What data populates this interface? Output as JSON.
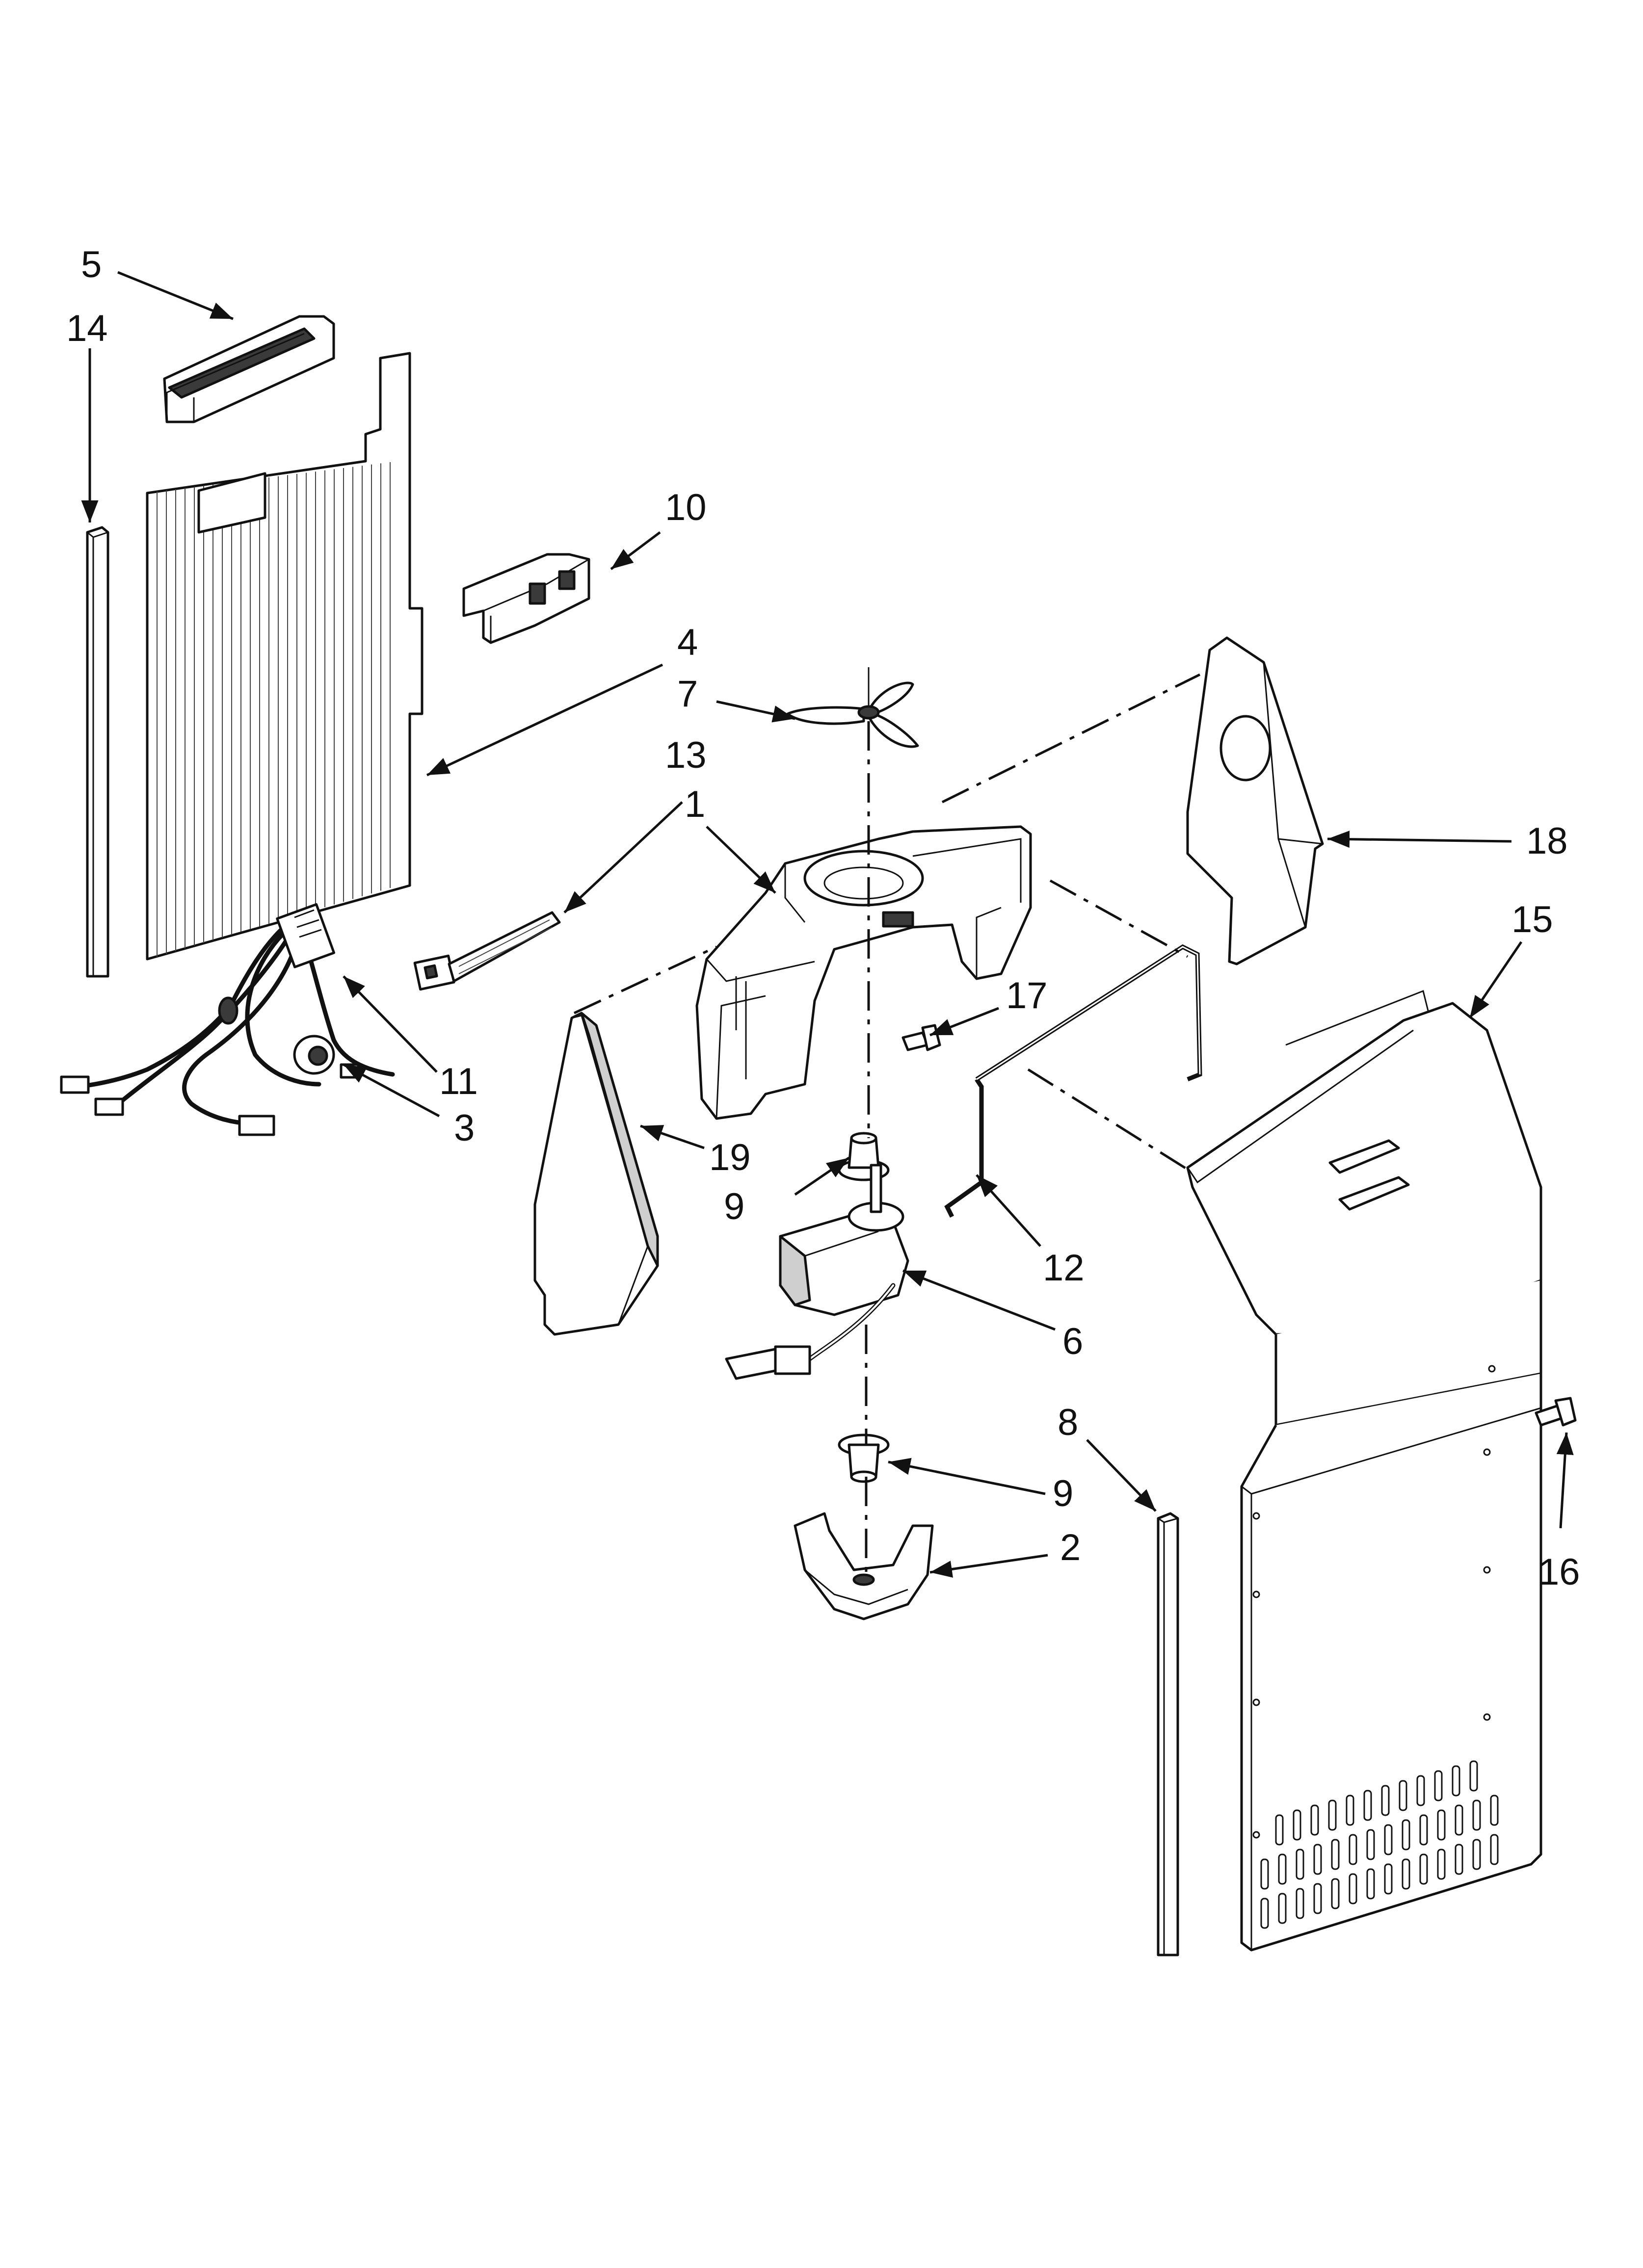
{
  "diagram": {
    "callouts": {
      "c1": "1",
      "c2": "2",
      "c3": "3",
      "c4": "4",
      "c5": "5",
      "c6": "6",
      "c7": "7",
      "c8": "8",
      "c9a": "9",
      "c9b": "9",
      "c10": "10",
      "c11": "11",
      "c12": "12",
      "c13": "13",
      "c14": "14",
      "c15": "15",
      "c16": "16",
      "c17": "17",
      "c18": "18",
      "c19": "19"
    }
  }
}
